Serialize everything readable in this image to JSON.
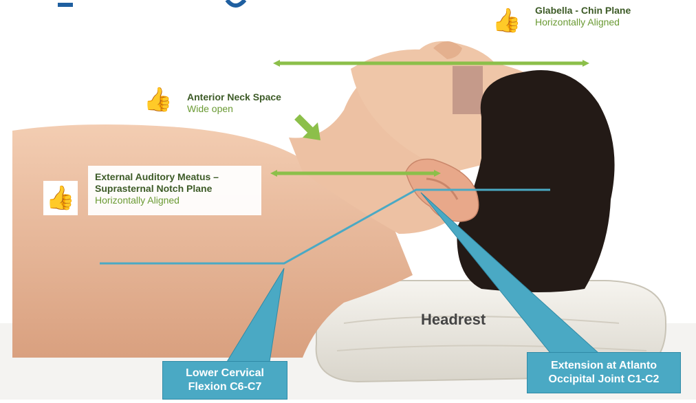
{
  "annotations": {
    "glabella": {
      "heading": "Glabella - Chin Plane",
      "subtext": "Horizontally Aligned"
    },
    "neck": {
      "heading": "Anterior Neck Space",
      "subtext": "Wide open"
    },
    "eam": {
      "heading_line1": "External Auditory Meatus –",
      "heading_line2": "Suprasternal Notch Plane",
      "subtext": "Horizontally Aligned"
    }
  },
  "callouts": {
    "cervical": {
      "line1": "Lower Cervical",
      "line2": "Flexion C6-C7"
    },
    "atlanto": {
      "line1": "Extension at Atlanto",
      "line2": "Occipital Joint C1-C2"
    }
  },
  "headrest_label": "Headrest",
  "icons": {
    "thumb": "thumbs-up-icon",
    "thumb_glyph": "👍"
  },
  "colors": {
    "green_arrow": "#8cbf4a",
    "blue_line": "#4aa9c4",
    "skin": "#e9b99a",
    "hair": "#231a16",
    "headrest": "#efece4"
  }
}
